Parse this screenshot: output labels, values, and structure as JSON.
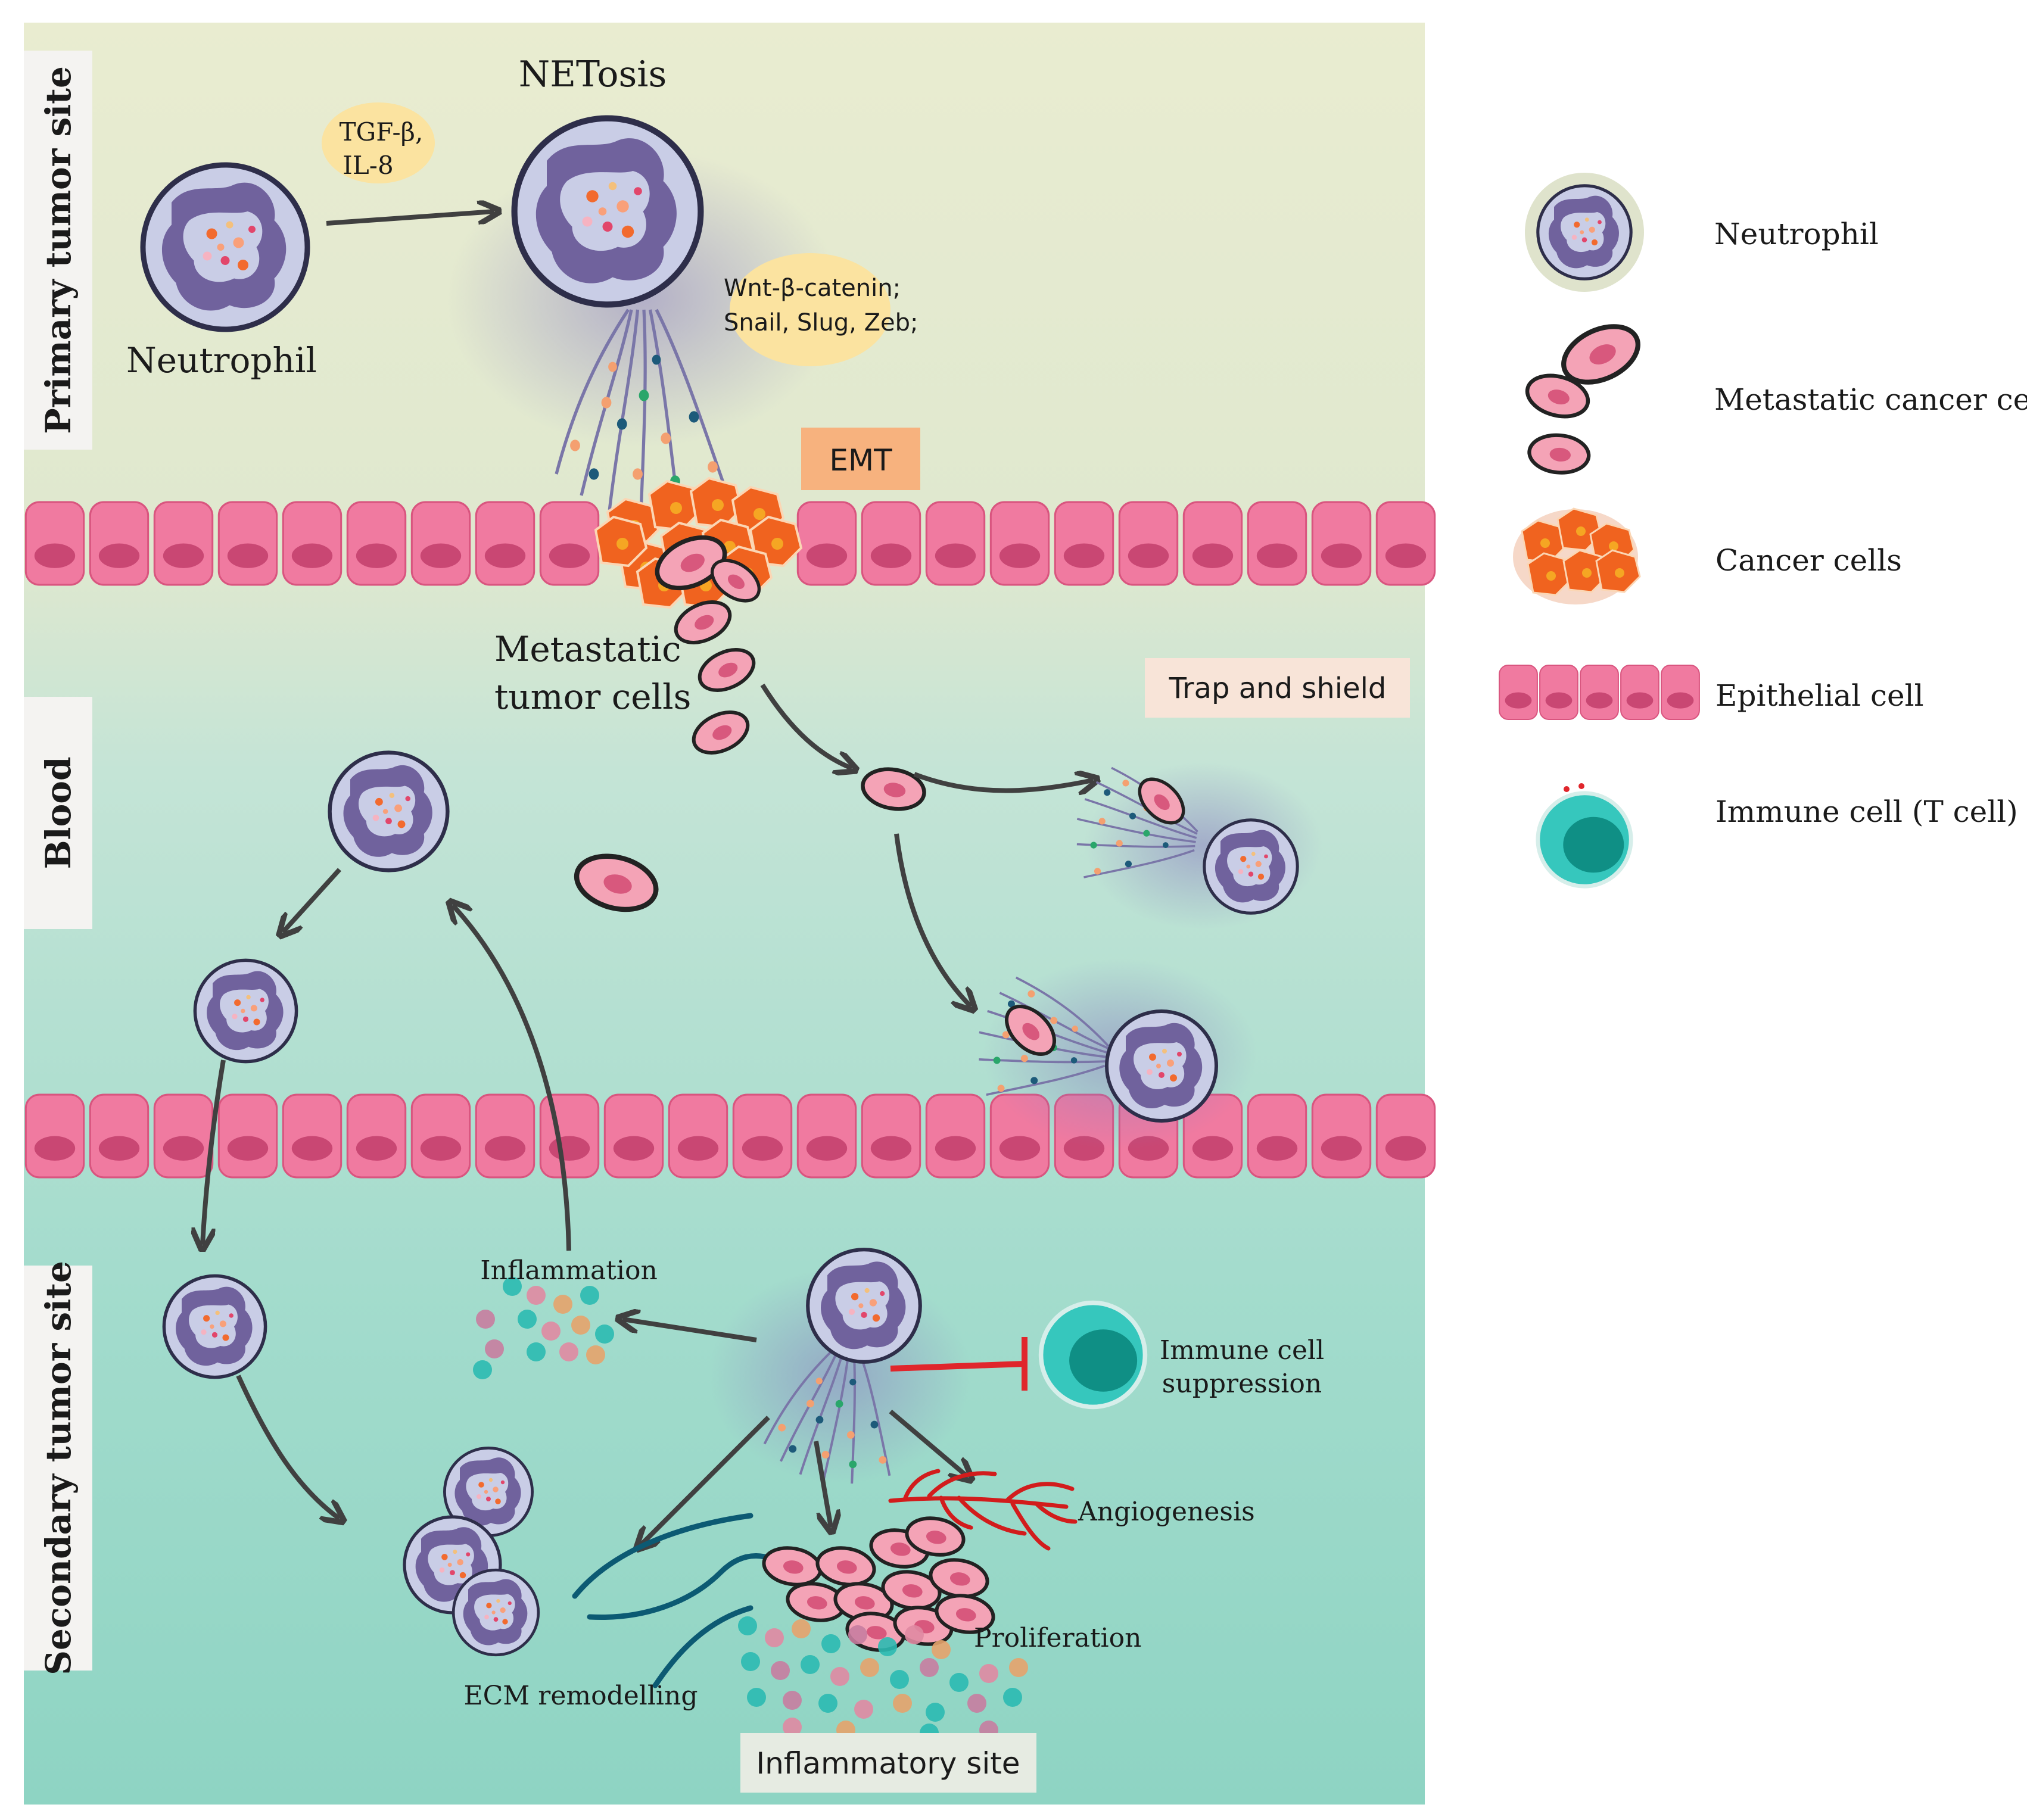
{
  "regions": {
    "primary": "Primary tumor site",
    "blood": "Blood",
    "secondary": "Secondary tumor site"
  },
  "labels": {
    "netosis": "NETosis",
    "neutrophil": "Neutrophil",
    "tgf_line1": "TGF-β,",
    "tgf_line2": "IL-8",
    "wnt_line1": "Wnt-β-catenin;",
    "wnt_line2": "Snail, Slug, Zeb;",
    "emt": "EMT",
    "metastatic_line1": "Metastatic",
    "metastatic_line2": "tumor cells",
    "trap_shield": "Trap and shield",
    "inflammation": "Inflammation",
    "immune_line1": "Immune cell",
    "immune_line2": "suppression",
    "angiogenesis": "Angiogenesis",
    "proliferation": "Proliferation",
    "ecm": "ECM remodelling",
    "inflammatory_site": "Inflammatory site"
  },
  "legend": [
    {
      "icon": "neutrophil-icon",
      "label": "Neutrophil"
    },
    {
      "icon": "metastatic-cancer-cell-icon",
      "label": "Metastatic cancer cell"
    },
    {
      "icon": "cancer-cells-icon",
      "label": "Cancer cells"
    },
    {
      "icon": "epithelial-cell-icon",
      "label": "Epithelial cell"
    },
    {
      "icon": "immune-cell-icon",
      "label": "Immune cell (T cell)"
    }
  ],
  "colors": {
    "bg_top": "#e8ecd2",
    "bg_mid": "#b9e2d6",
    "bg_bottom": "#8fd5c5",
    "epithelial": "#f07aa0",
    "epithelial_nucleus": "#c94773",
    "neutrophil_fill": "#c9cde6",
    "neutrophil_nucleus": "#6b5c99",
    "cancer_orange": "#f0631f",
    "metastatic_pink": "#f4a3b6",
    "tcell": "#36c7bd",
    "tcell_nucleus": "#0f8f85",
    "arrow": "#404040",
    "inhibit": "#e0262c",
    "emt_box": "#f7b27e",
    "yellow_bubble": "#fbe3a0",
    "ecm": "#0c5a73",
    "vessel": "#d21c1c"
  }
}
